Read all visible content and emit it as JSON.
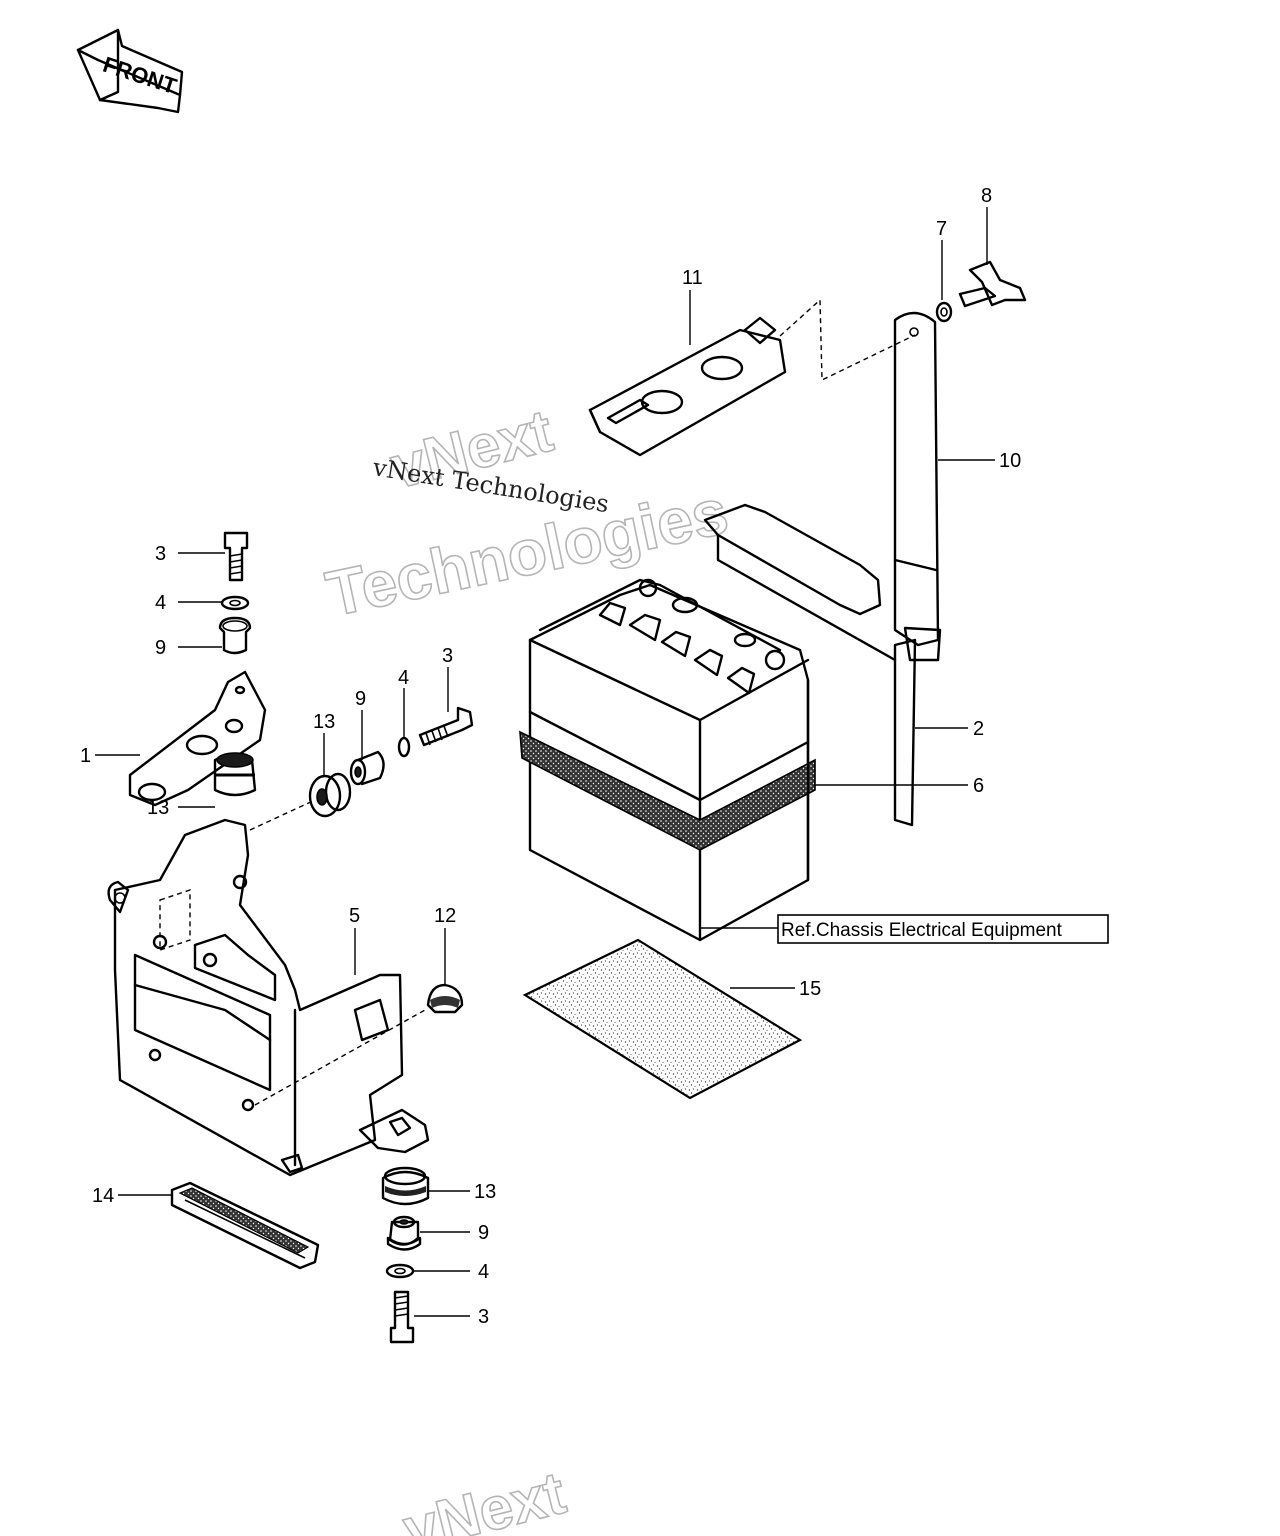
{
  "front_arrow_label": "FRONT",
  "callouts": {
    "c1": "1",
    "c2": "2",
    "c3a": "3",
    "c3b": "3",
    "c3c": "3",
    "c4a": "4",
    "c4b": "4",
    "c4c": "4",
    "c5": "5",
    "c6": "6",
    "c7": "7",
    "c8": "8",
    "c9a": "9",
    "c9b": "9",
    "c9c": "9",
    "c10": "10",
    "c11": "11",
    "c12": "12",
    "c13a": "13",
    "c13b": "13",
    "c13c": "13",
    "c14": "14",
    "c15": "15"
  },
  "reference_box": "Ref.Chassis Electrical Equipment",
  "watermarks": {
    "outline_line1": "vNext",
    "outline_line2": "Technologies",
    "serif": "vNext Technologies",
    "bottom": "vNext"
  }
}
